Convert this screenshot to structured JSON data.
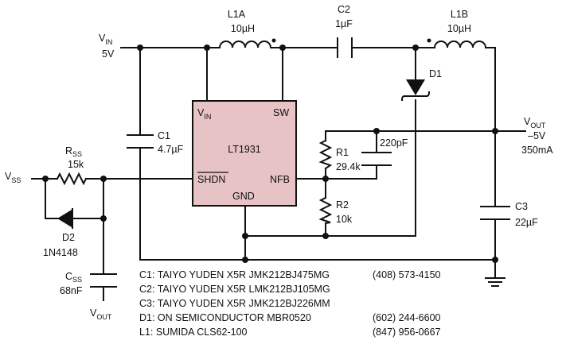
{
  "components": {
    "vin": {
      "name": "V",
      "sub": "IN",
      "value": "5V"
    },
    "l1a": {
      "name": "L1A",
      "value": "10µH"
    },
    "c2": {
      "name": "C2",
      "value": "1µF"
    },
    "l1b": {
      "name": "L1B",
      "value": "10µH"
    },
    "d1": {
      "name": "D1"
    },
    "vout": {
      "name": "V",
      "sub": "OUT",
      "value": "–5V",
      "current": "350mA"
    },
    "c1": {
      "name": "C1",
      "value": "4.7µF"
    },
    "ic": {
      "name": "LT1931",
      "pin_vin": "V",
      "pin_vin_sub": "IN",
      "pin_sw": "SW",
      "pin_shdn": "SHDN",
      "pin_nfb": "NFB",
      "pin_gnd": "GND"
    },
    "cff": {
      "value": "220pF"
    },
    "r1": {
      "name": "R1",
      "value": "29.4k"
    },
    "r2": {
      "name": "R2",
      "value": "10k"
    },
    "c3": {
      "name": "C3",
      "value": "22µF"
    },
    "vss": {
      "name": "V",
      "sub": "SS"
    },
    "rss": {
      "name": "R",
      "sub": "SS",
      "value": "15k"
    },
    "d2": {
      "name": "D2",
      "value": "1N4148"
    },
    "css": {
      "name": "C",
      "sub": "SS",
      "value": "68nF"
    },
    "vout2": {
      "name": "V",
      "sub": "OUT"
    }
  },
  "parts_list": [
    {
      "desc": "C1: TAIYO YUDEN X5R JMK212BJ475MG",
      "phone": "(408) 573-4150"
    },
    {
      "desc": "C2: TAIYO YUDEN X5R LMK212BJ105MG",
      "phone": ""
    },
    {
      "desc": "C3: TAIYO YUDEN X5R JMK212BJ226MM",
      "phone": ""
    },
    {
      "desc": "D1: ON SEMICONDUCTOR MBR0520",
      "phone": "(602) 244-6600"
    },
    {
      "desc": "L1: SUMIDA CLS62-100",
      "phone": "(847) 956-0667"
    }
  ]
}
